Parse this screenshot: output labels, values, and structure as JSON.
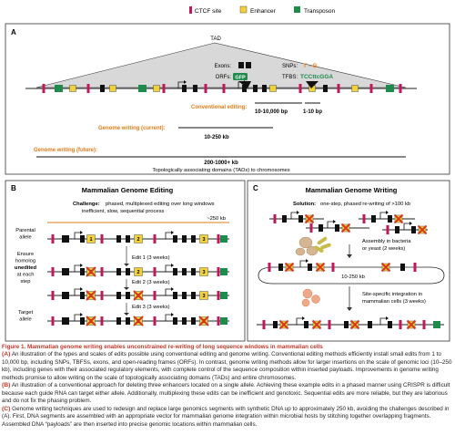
{
  "colors": {
    "ctcf": "#c2185b",
    "enhancer": "#f2d23c",
    "transposon": "#1e8a4c",
    "orange": "#e07b1a",
    "panel_border": "#333333",
    "cross": "#d9381e",
    "caption_red": "#c0392b"
  },
  "legend": {
    "ctcf": "CTCF site",
    "enhancer": "Enhancer",
    "transposon": "Transposon"
  },
  "panel_a": {
    "letter": "A",
    "tad": "TAD",
    "exons": "Exons:",
    "orfs": "ORFs:",
    "gfp": "GFP",
    "snps": "SNPs:",
    "snps_seq": "T→G",
    "tfbs": "TFBS:",
    "tfbs_seq": "TCCttcGGA",
    "conventional": "Conventional editing:",
    "conv_range": "10-10,000 bp",
    "small_range": "1-10 bp",
    "current": "Genome writing (current):",
    "current_range": "10-250 kb",
    "future": "Genome writing (future):",
    "future_range": "200-1000+ kb",
    "future_desc": "Topologically associating domains (TADs) to chromosomes"
  },
  "panel_b": {
    "letter": "B",
    "title": "Mammalian Genome Editing",
    "challenge_label": "Challenge:",
    "challenge_text1": "phased, multiplexed editing over long windows",
    "challenge_text2": "inefficient, slow, sequential process",
    "scale": "~250 kb",
    "parental": [
      "Parental",
      "allele"
    ],
    "ensure": [
      "Ensure",
      "homolog",
      "unedited",
      "at each",
      "step"
    ],
    "target": [
      "Target",
      "allele"
    ],
    "edit1": "Edit 1 (3 weeks)",
    "edit2": "Edit 2 (3 weeks)",
    "edit3": "Edit 3 (3 weeks)",
    "enh_labels": [
      "1",
      "2",
      "3"
    ]
  },
  "panel_c": {
    "letter": "C",
    "title": "Mammalian Genome Writing",
    "solution_label": "Solution:",
    "solution_text": "one-step, phased re-writing of >100 kb",
    "assembly": [
      "Assembly in bacteria",
      "or yeast (2 weeks)"
    ],
    "range": "10-250 kb",
    "integration": [
      "Site-specific integration in",
      "mammalian cells (3 weeks)"
    ]
  },
  "caption": {
    "title": "Figure 1.  Mammalian genome writing enables unconstrained re-writing of long sequence windows in mammalian cells",
    "a_head": "(A)",
    "a_text": " An illustration of the types and scales of edits possible using conventional editing and genome writing. Conventional editing methods efficiently install small edits from 1 to 10,000 bp, including SNPs, TBFSs, exons, and open-reading frames (ORFs). In contrast, genome writing methods allow for larger insertions on the scale of genomic loci (10–250 kb), including genes with their associated regulatory elements, with complete control of the sequence composition within inserted payloads. Improvements in genome writing methods promise to allow writing on the scale of topologically associating domains (TADs) and entire chromosomes.",
    "b_head": "(B)",
    "b_text": " An illustration of a conventional approach for deleting three enhancers located on a single allele. Achieving these example edits in a phased manner using CRISPR is difficult because each guide RNA can target either allele. Additionally, multiplexing these edits can be inefficient and genotoxic. Sequential edits are more reliable, but they are laborious and do not fix the phasing problem.",
    "c_head": "(C)",
    "c_text": " Genome writing techniques are used to redesign and replace large genomics segments with synthetic DNA up to approximately 250 kb, avoiding the challenges described in (A). First, DNA segments are assembled with an appropriate vector for mammalian genome integration within microbial hosts by stitching together overlapping fragments. Assembled DNA “payloads” are then inserted into precise genomic locations within mammalian cells."
  }
}
